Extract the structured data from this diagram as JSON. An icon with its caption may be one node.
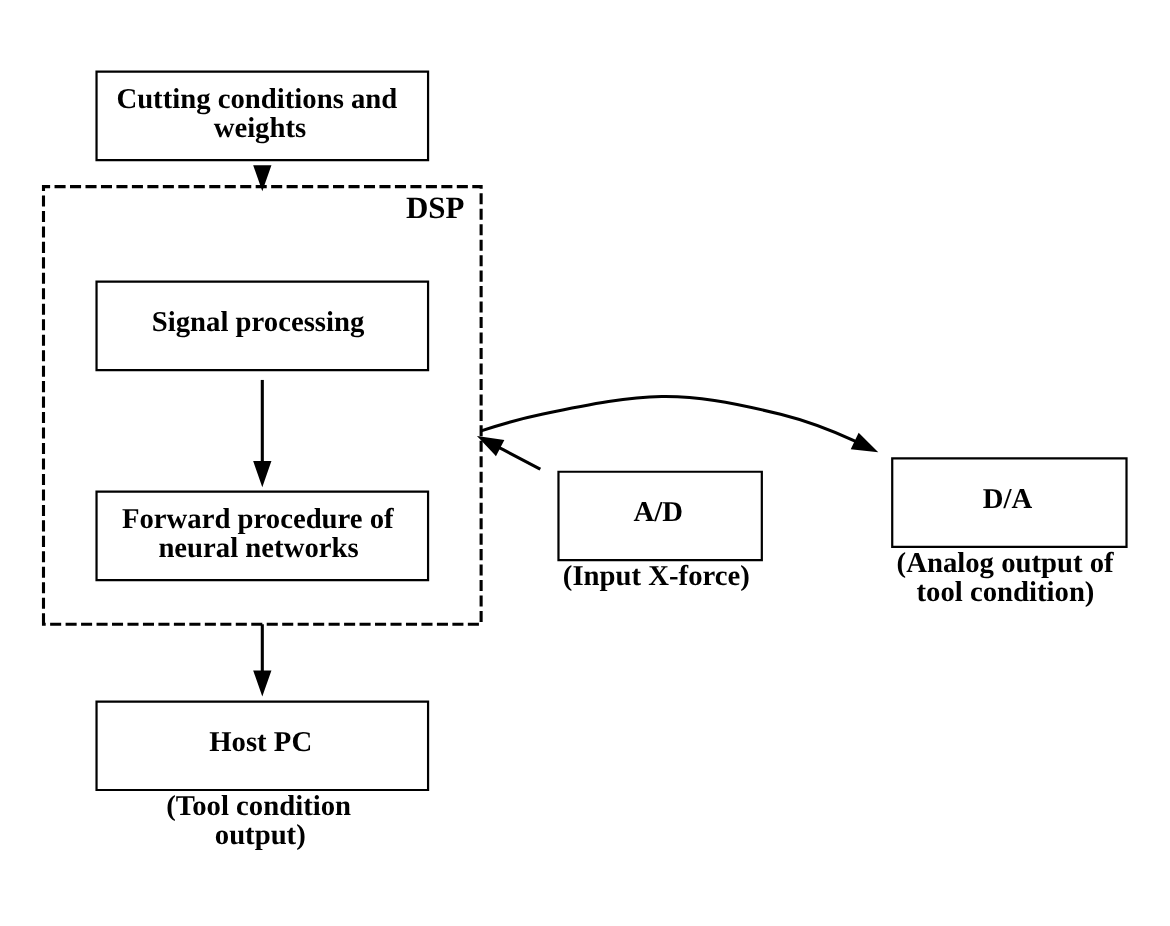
{
  "diagram": {
    "nodes": [
      {
        "text": [
          "Cutting conditions and weights"
        ]
      },
      {
        "text": [
          "DSP"
        ]
      },
      {
        "text": [
          "Signal processing"
        ],
        "in": 1
      },
      {
        "text": [
          "Forward procedure of neural networks"
        ],
        "in": 1
      },
      {
        "text": [
          "A/D"
        ],
        "beside": [
          "(Input X-force)"
        ]
      },
      {
        "text": [
          "D/A"
        ],
        "beside": [
          "(Analog output of tool condition)"
        ]
      },
      {
        "text": [
          "Host PC"
        ],
        "beside": [
          "(Tool condition output)"
        ]
      }
    ],
    "edges": [
      {
        "from": 0,
        "to": 1,
        "arrow": "to"
      },
      {
        "from": 4,
        "to": 1,
        "arrow": "to"
      },
      {
        "from": 2,
        "to": 3,
        "arrow": "to"
      },
      {
        "from": 1,
        "to": 5,
        "arrow": "to"
      },
      {
        "from": 1,
        "to": 6,
        "arrow": "to"
      }
    ]
  }
}
